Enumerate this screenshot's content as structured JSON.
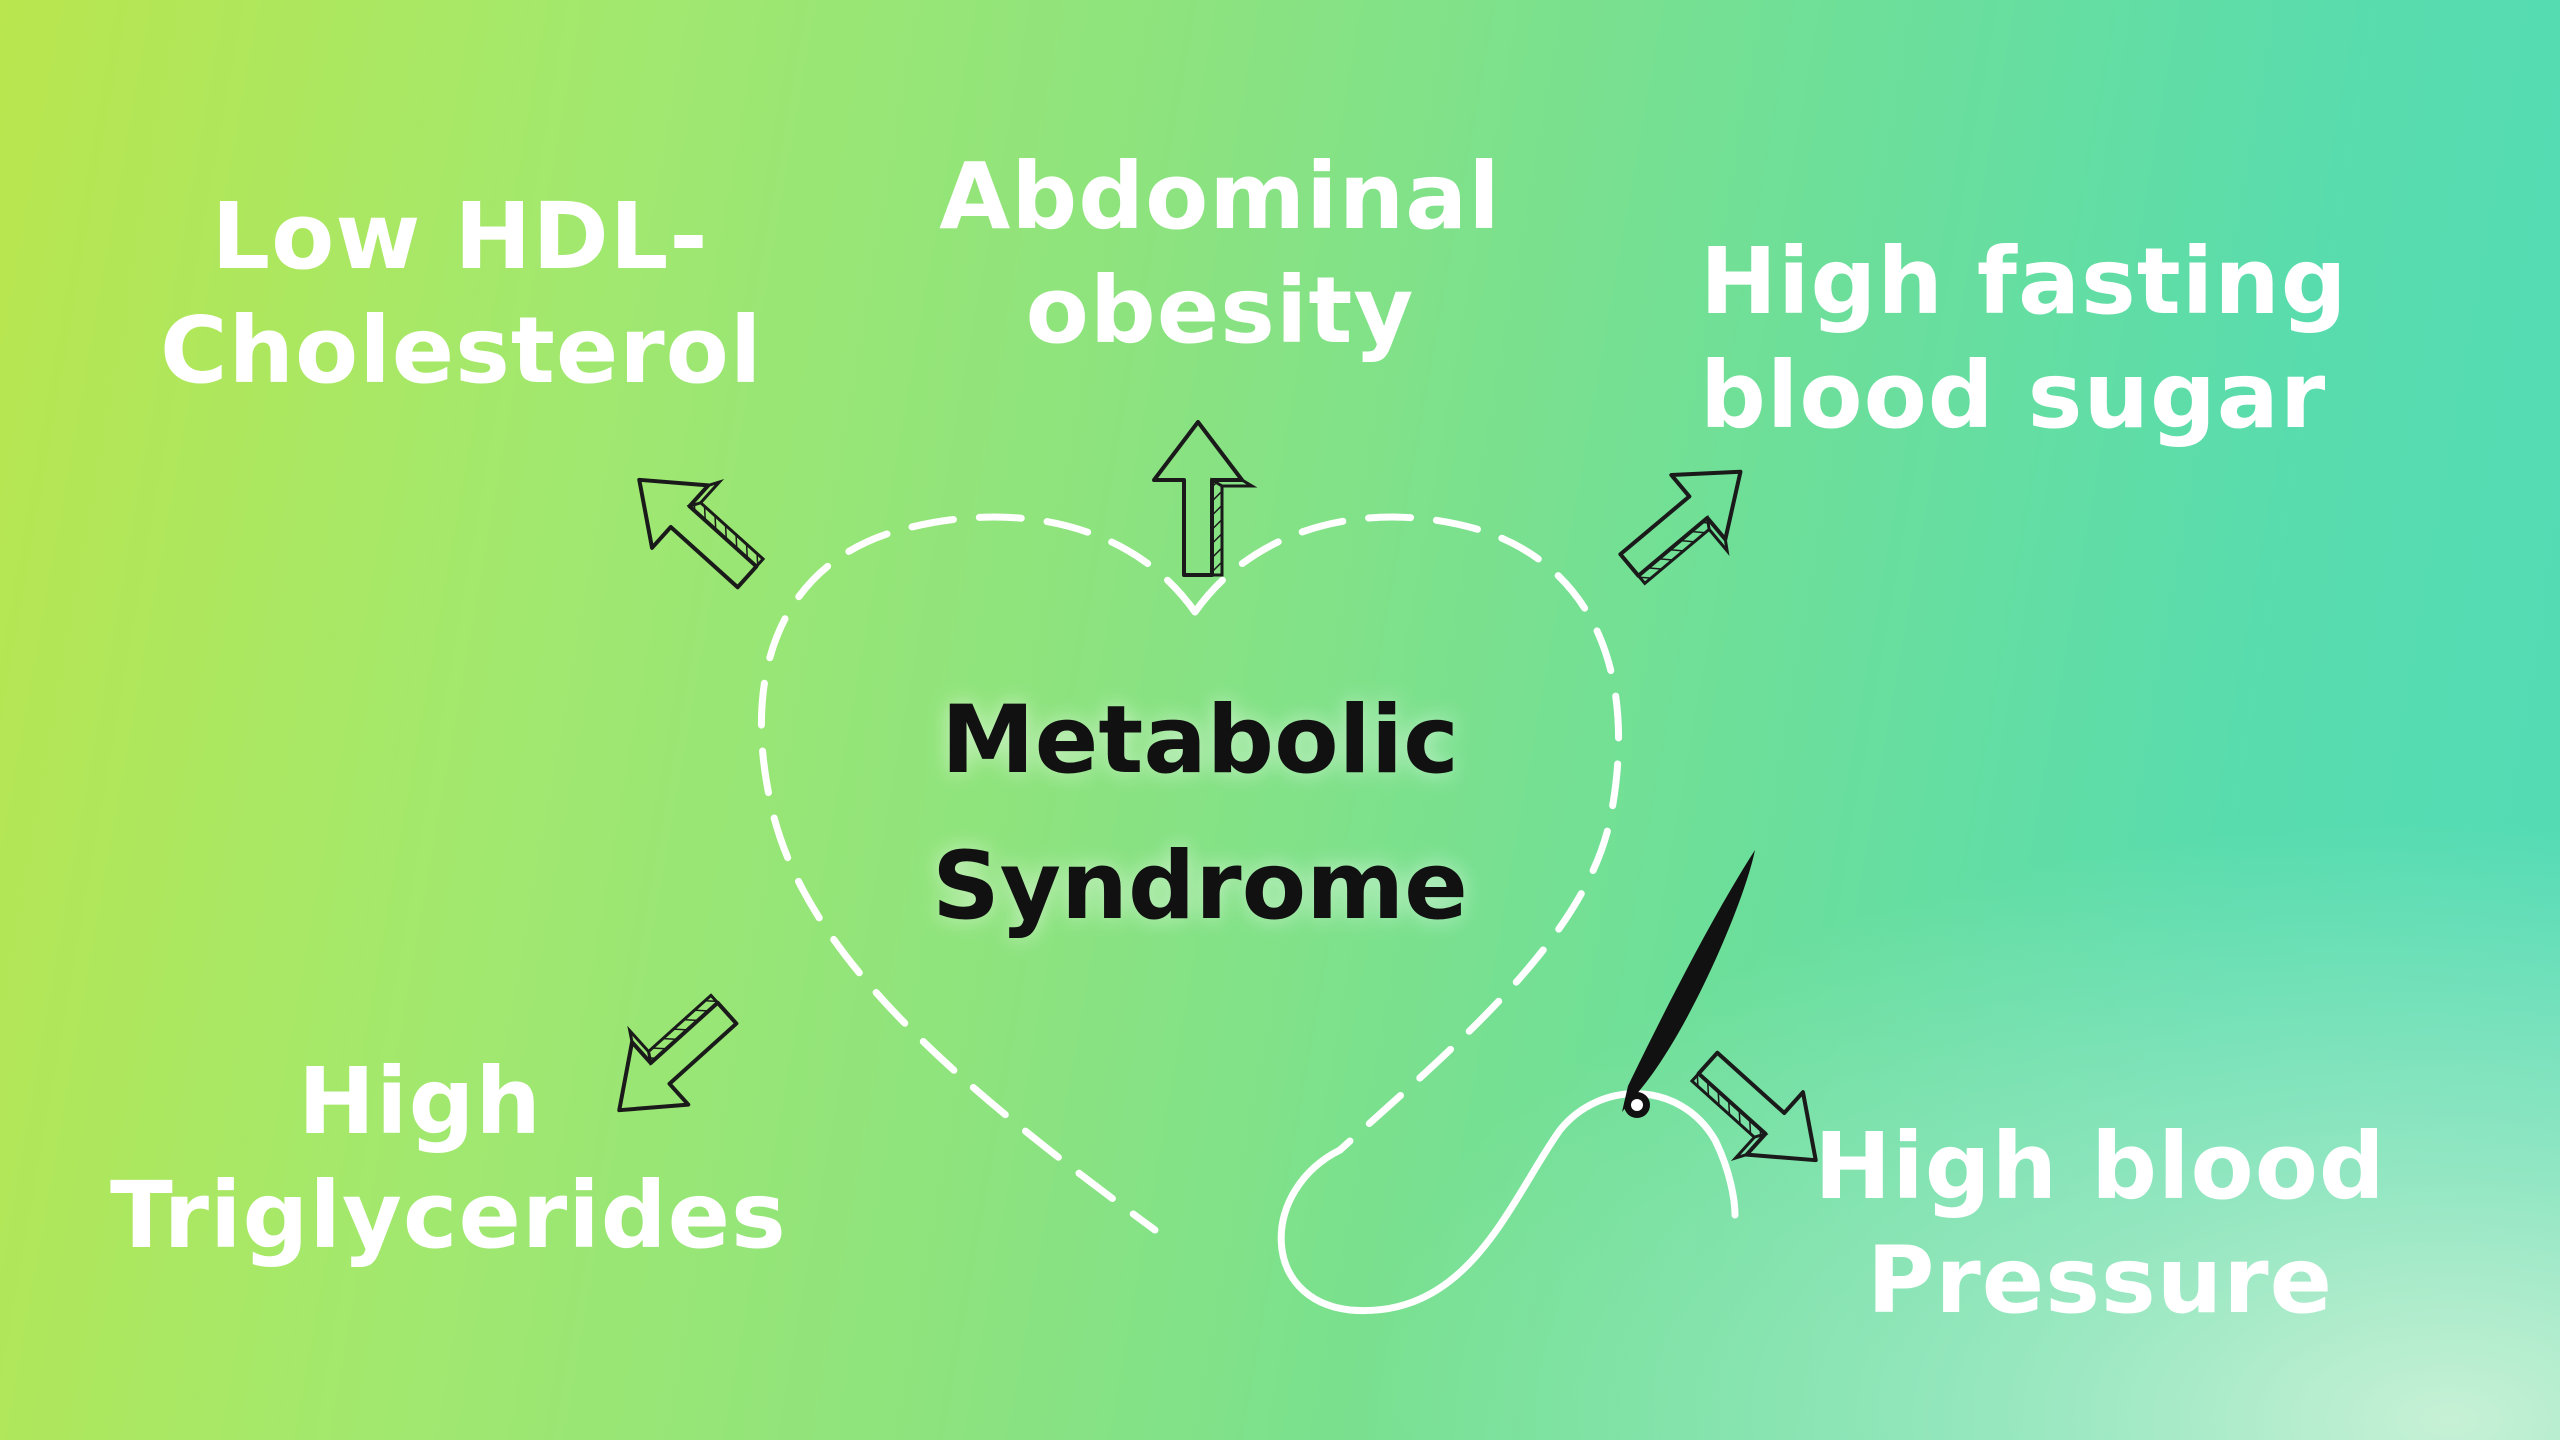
{
  "diagram": {
    "center": {
      "line1": "Metabolic",
      "line2": "Syndrome"
    },
    "factors": {
      "hdl": {
        "line1": "Low HDL-",
        "line2": "Cholesterol"
      },
      "abdominal": {
        "line1": "Abdominal",
        "line2": "obesity"
      },
      "sugar": {
        "line1": "High fasting",
        "line2": "blood sugar"
      },
      "triglycerides": {
        "line1": "High",
        "line2": "Triglycerides"
      },
      "pressure": {
        "line1": "High blood",
        "line2": "Pressure"
      }
    }
  },
  "colors": {
    "gradient_left": "#b9e64e",
    "gradient_right": "#52dbb6",
    "label_text": "#ffffff",
    "center_text": "#111111",
    "outline": "#1a1a1a"
  },
  "icons": [
    "heart-outline-icon",
    "arrow-icon",
    "needle-icon",
    "thread-icon"
  ]
}
